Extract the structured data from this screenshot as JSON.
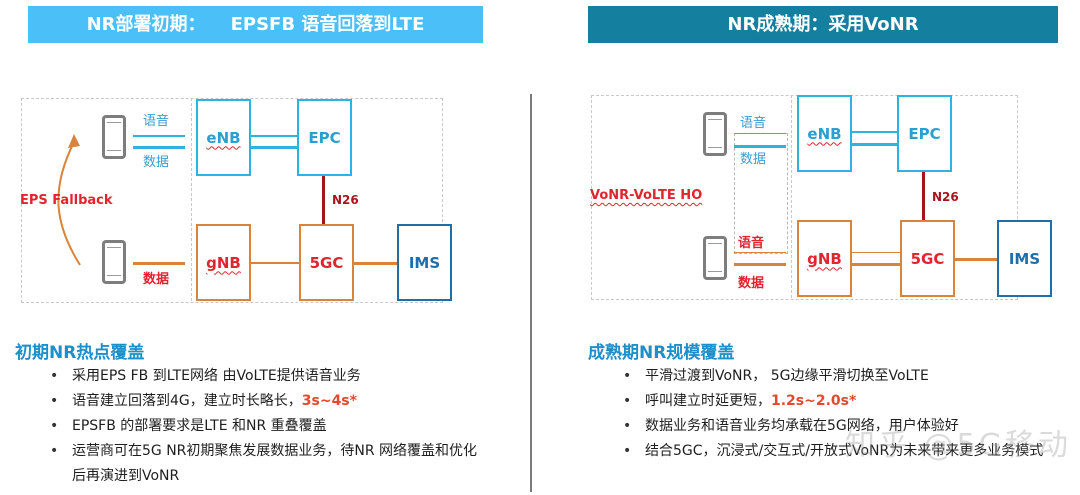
{
  "left": {
    "banner": "NR部署初期：    EPSFB 语音回落到LTE",
    "diagram": {
      "nodes": {
        "enb": "eNB",
        "epc": "EPC",
        "gnb": "gNB",
        "fivegc": "5GC",
        "ims": "IMS"
      },
      "link_labels": {
        "n26": "N26"
      },
      "ue_top": {
        "voice": "语音",
        "data": "数据"
      },
      "ue_bottom": {
        "data": "数据"
      },
      "fallback_label": "EPS Fallback"
    },
    "section_title": "初期NR热点覆盖",
    "bullets": [
      {
        "text": "采用EPS  FB 到LTE网络  由VoLTE提供语音业务",
        "highlight": ""
      },
      {
        "text": "语音建立回落到4G，建立时长略长，",
        "highlight": "3s~4s*"
      },
      {
        "text": "EPSFB 的部署要求是LTE 和NR 重叠覆盖",
        "highlight": ""
      },
      {
        "text": "运营商可在5G NR初期聚焦发展数据业务，待NR 网络覆盖和优化后再演进到VoNR",
        "highlight": ""
      }
    ]
  },
  "right": {
    "banner": "NR成熟期：采用VoNR",
    "diagram": {
      "nodes": {
        "enb": "eNB",
        "epc": "EPC",
        "gnb": "gNB",
        "fivegc": "5GC",
        "ims": "IMS"
      },
      "link_labels": {
        "n26": "N26"
      },
      "ue_top": {
        "voice": "语音",
        "data": "数据"
      },
      "ue_bottom": {
        "voice": "语音",
        "data": "数据"
      },
      "ho_label": "VoNR-VoLTE HO"
    },
    "section_title": "成熟期NR规模覆盖",
    "bullets": [
      {
        "text": "平滑过渡到VoNR，  5G边缘平滑切换至VoLTE",
        "highlight": ""
      },
      {
        "text": "呼叫建立时延更短，",
        "highlight": "1.2s~2.0s*"
      },
      {
        "text": "数据业务和语音业务均承载在5G网络，用户体验好",
        "highlight": ""
      },
      {
        "text": "结合5GC，沉浸式/交互式/开放式VoNR为未来带来更多业务模式",
        "highlight": ""
      }
    ]
  },
  "watermark": "知乎 @5G移动",
  "colors": {
    "banner_left": "#4bbff7",
    "banner_right": "#157fa0",
    "lte_blue": "#2eb3e0",
    "nr_orange": "#d9843a",
    "n26_red": "#a8141e",
    "label_red": "#e0252f",
    "title_blue": "#1e8fc8"
  }
}
